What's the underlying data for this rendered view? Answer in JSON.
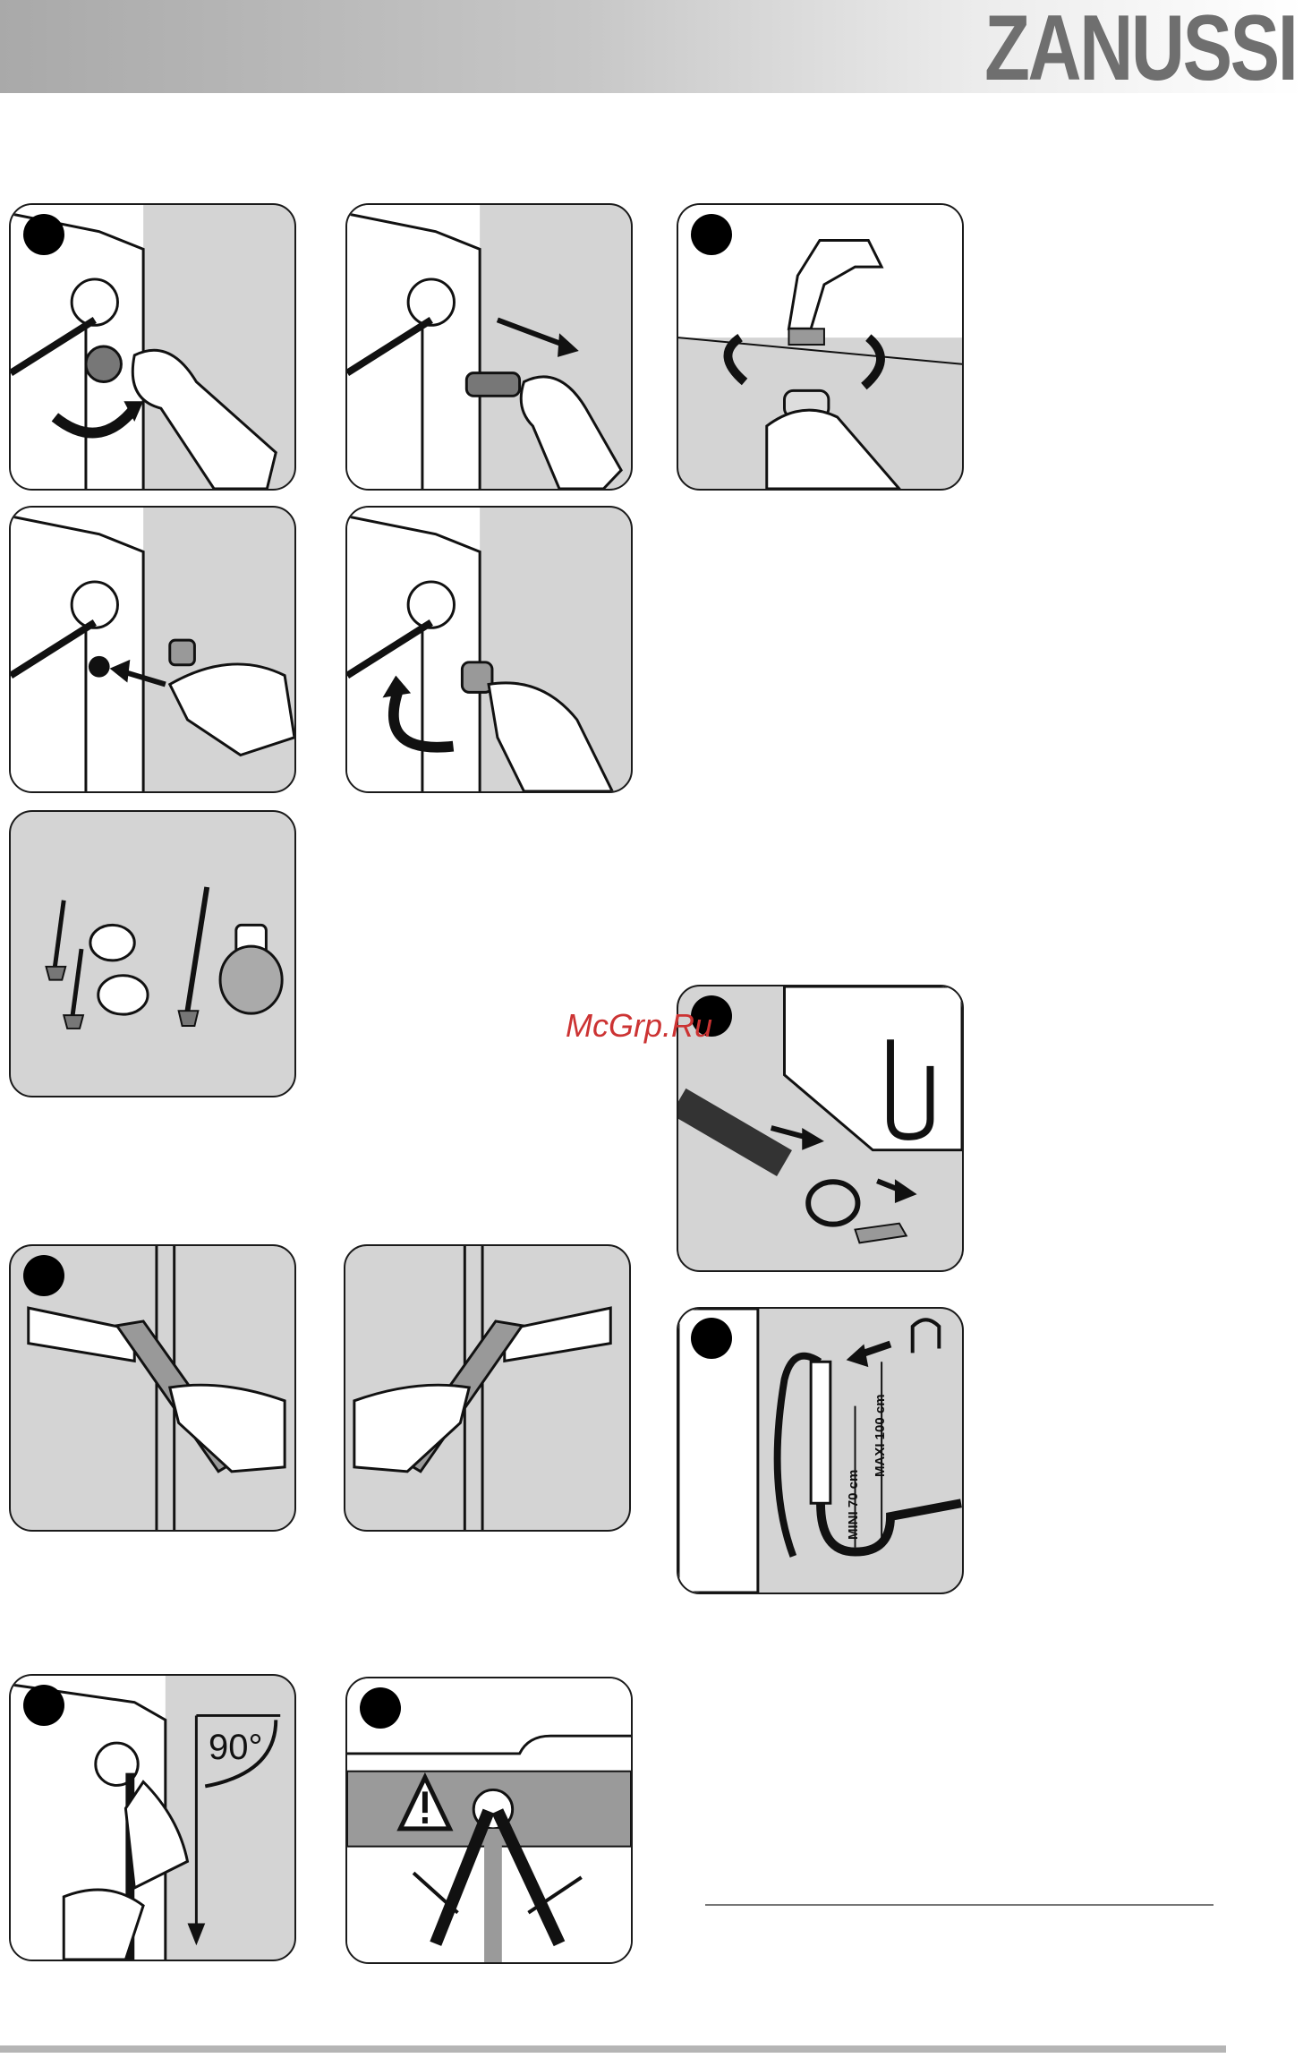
{
  "header": {
    "brand": "ZANUSSI"
  },
  "watermark": "McGrp.Ru",
  "illustrations": {
    "angle_label": "90°",
    "mini_label": "MINI 70 cm",
    "maxi_label": "MAXI 100 cm"
  },
  "icons": [
    "hand-icon",
    "arrow-icon",
    "hose-icon",
    "tap-icon",
    "screw-icon",
    "washer-icon",
    "warning-icon",
    "siphon-icon",
    "hook-icon"
  ]
}
